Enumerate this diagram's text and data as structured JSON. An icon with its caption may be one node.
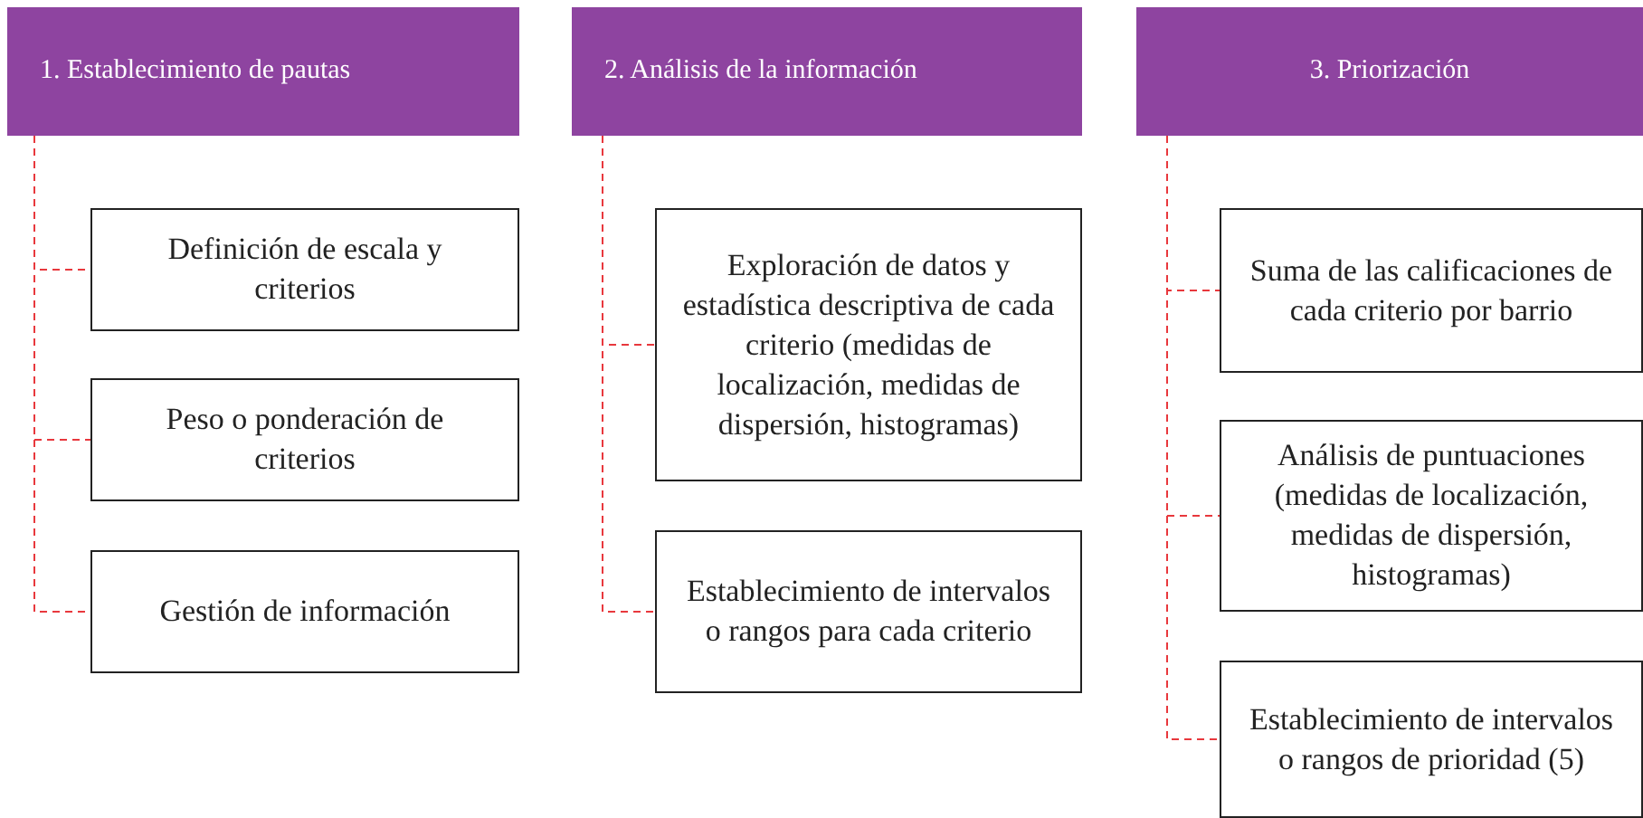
{
  "diagram": {
    "nodes": [
      {
        "text": [
          "1. Establecimiento de pautas"
        ]
      },
      {
        "text": [
          "Definición de escala y criterios"
        ]
      },
      {
        "text": [
          "Peso o ponderación de criterios"
        ]
      },
      {
        "text": [
          "Gestión de información"
        ]
      },
      {
        "text": [
          "2. Análisis de la información"
        ]
      },
      {
        "text": [
          "Exploración de datos y estadística descriptiva de cada criterio (medidas de localización, medidas de dispersión, histogramas)"
        ]
      },
      {
        "text": [
          "Establecimiento de intervalos o rangos para cada criterio"
        ]
      },
      {
        "text": [
          "3. Priorización"
        ]
      },
      {
        "text": [
          "Suma de las calificaciones de cada criterio por barrio"
        ]
      },
      {
        "text": [
          "Análisis de puntuaciones (medidas de localización, medidas de dispersión, histogramas)"
        ]
      },
      {
        "text": [
          "Establecimiento de intervalos o rangos de prioridad (5)"
        ]
      }
    ],
    "edges": [
      {
        "from": 0,
        "to": 1,
        "arrow": "none",
        "style": "dashed",
        "color": "#e8383d"
      },
      {
        "from": 0,
        "to": 2,
        "arrow": "none",
        "style": "dashed",
        "color": "#e8383d"
      },
      {
        "from": 0,
        "to": 3,
        "arrow": "none",
        "style": "dashed",
        "color": "#e8383d"
      },
      {
        "from": 4,
        "to": 5,
        "arrow": "none",
        "style": "dashed",
        "color": "#e8383d"
      },
      {
        "from": 4,
        "to": 6,
        "arrow": "none",
        "style": "dashed",
        "color": "#e8383d"
      },
      {
        "from": 7,
        "to": 8,
        "arrow": "none",
        "style": "dashed",
        "color": "#e8383d"
      },
      {
        "from": 7,
        "to": 9,
        "arrow": "none",
        "style": "dashed",
        "color": "#e8383d"
      },
      {
        "from": 7,
        "to": 10,
        "arrow": "none",
        "style": "dashed",
        "color": "#e8383d"
      }
    ]
  }
}
